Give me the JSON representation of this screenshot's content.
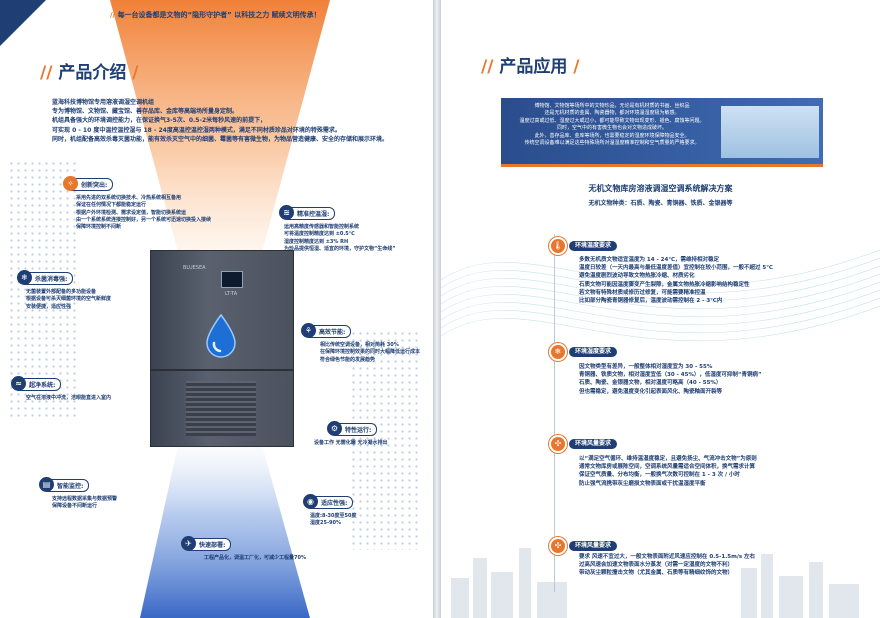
{
  "slogan": "每一台设备都是文物的“隐形守护者”   以科技之力 赋续文明传承！",
  "left": {
    "heading": "产品介绍",
    "intro": {
      "title": "蓝海科技博物馆专用溶液调湿空调机组",
      "lines": [
        "专为博物馆、文物馆、藏宝馆、善存品库、金库等高端场所量身定制。",
        "机组具备强大的环境调控能力，在保证换气3-5次、0.5-2米每秒风速的前提下，",
        "可实现 0 - 10 度中温控温控湿与 18 - 24度高温控温控湿两种模式，满足不同材质珍品对环境的特殊需求。",
        "同时，机组配备高效杀毒灭菌功能，能有效杀灭空气中的细菌、霉菌等有害微生物，为物品营造健康、安全的存储和展示环境。"
      ]
    },
    "features": [
      {
        "icon": "✧",
        "label": "创新突出:",
        "lines": [
          "采用先进的双系统切换技术、冷热系统相互备用",
          "保证在任何情况下都能稳定运行",
          "根据户外环境检测、需求设定值，智能切换系统运",
          "由一个系统系统连接控制好，另一个系统可迅速切换投入接续",
          "保障环境控制不间断"
        ]
      },
      {
        "icon": "≋",
        "label": "精准控温湿:",
        "lines": [
          "运用高精度传感器和智能控制系统",
          "可将温度控制精度达到 ±0.5℃",
          "湿度控制精度达到 ±3% RH",
          "为珍品提供恒湿、适宜的环境，守护文物“生命线”"
        ]
      },
      {
        "icon": "❄",
        "label": "杀菌消毒强:",
        "lines": [
          "无菌装置外部配备的多功能设备",
          "根据设备可杀灭细菌环境的空气新鲜度",
          "安装便捷，适应性强"
        ]
      },
      {
        "icon": "⚘",
        "label": "高效节能:",
        "lines": [
          "相比传统空调设备，相对简耗 30%",
          "在保障环境控制效果的同时大幅降低运行成本",
          "符合绿色节能的发展趋势"
        ]
      },
      {
        "icon": "≈",
        "label": "超净系统:",
        "lines": [
          "空气在溶液中冲洗，洁眼能直进入室内"
        ]
      },
      {
        "icon": "⚙",
        "label": "特性运行:",
        "lines": [
          "设备工作  无需化霜  无冷凝水排出"
        ]
      },
      {
        "icon": "▤",
        "label": "智能监控:",
        "lines": [
          "支持远程数据采集与数据预警",
          "保障设备不间断运行"
        ]
      },
      {
        "icon": "◉",
        "label": "适应性强:",
        "lines": [
          "温度:8-30度至50度",
          "湿度25-90%"
        ]
      },
      {
        "icon": "✈",
        "label": "快速部署:",
        "lines": [
          "工程产品化，调温工厂化，可减少工程量70%"
        ]
      }
    ],
    "device": {
      "brand": "BLUESEA",
      "model": "LT-TA"
    }
  },
  "right": {
    "heading": "产品应用",
    "banner_lines": [
      "博物馆、文物馆等场所中的文物珍品，无论是有机材质的书画、丝织品",
      "还是无机材质的金属、陶瓷器物，都对环境温湿度极为敏感。",
      "温度过高或过低、湿度过大或过小，都可能导致文物出现变形、褪色、腐蚀等问题。",
      "同时，空气中的有害微生物也会对文物造成破坏。",
      "此外，善存品库、金库等场所，也需要稳定的湿度环境保障物品安全。",
      "传统空调设备难以满足这些特殊场所对温湿度精准控制和空气质量的严格要求。"
    ],
    "subtitle": "无机文物库房溶液调湿空调系统解决方案",
    "subtitle2": "无机文物种类：石质、陶瓷、青铜器、铁质、金银器等",
    "sections": [
      {
        "icon": "🌡",
        "label": "环境温度要求",
        "lines": [
          "多数无机质文物适宜温度为 14 - 24℃，需维持相对稳定",
          "温度日较差（一天内最高与最低温度差值）宜控制在较小范围，一般不超过 5℃",
          "避免温度剧烈波动导致文物热胀冷缩、材质劣化",
          "石质文物可能因温度骤变产生裂隙，金属文物热胀冷缩影响结构稳定性",
          "若文物有特殊材质或修历过修复，可能需要精准控温",
          "比如部分陶瓷青铜器修复后，温度波动需控制在 2 - 3℃内"
        ]
      },
      {
        "icon": "❄",
        "label": "环境湿度要求",
        "lines": [
          "因文物类型有差异，一般整体相对湿度宜为 30 - 55%",
          "青铜器、铁质文物，相对湿度宜低（30 - 45%），低湿度可抑制“青铜病”",
          "石质、陶瓷、金银器文物，相对湿度可略高（40 - 55%）",
          "但也需稳定，避免湿度变化引起表面风化、陶瓷釉面开裂等"
        ]
      },
      {
        "icon": "✣",
        "label": "环境风量要求",
        "lines": [
          "以“满足空气循环、维持温湿度稳定，且避免扬尘、气流冲击文物”为原则",
          "通常文物库房或展陈空间，空调系统风量需适合空间体积，换气需求计算",
          "保证空气质量、分布均衡，一般换气次数可控制在 1 - 3 次 / 小时",
          "防止强气流携带灰尘磨损文物表面或干扰温湿度平衡"
        ]
      },
      {
        "icon": "✣",
        "label": "环境风量要求",
        "lines": [
          "要求 风速不宜过大，一般文物表面附近风速应控制在 0.5-1.5m/s 左右",
          "过高风速会加速文物表面水分蒸发（对需一定湿度的文物不利）",
          "带动灰尘颗粒撞击文物（尤其金属、石质等有精细纹饰的文物）"
        ]
      }
    ]
  },
  "colors": {
    "navy": "#1f3e73",
    "orange": "#e8762d",
    "blue": "#3f6cb4"
  }
}
